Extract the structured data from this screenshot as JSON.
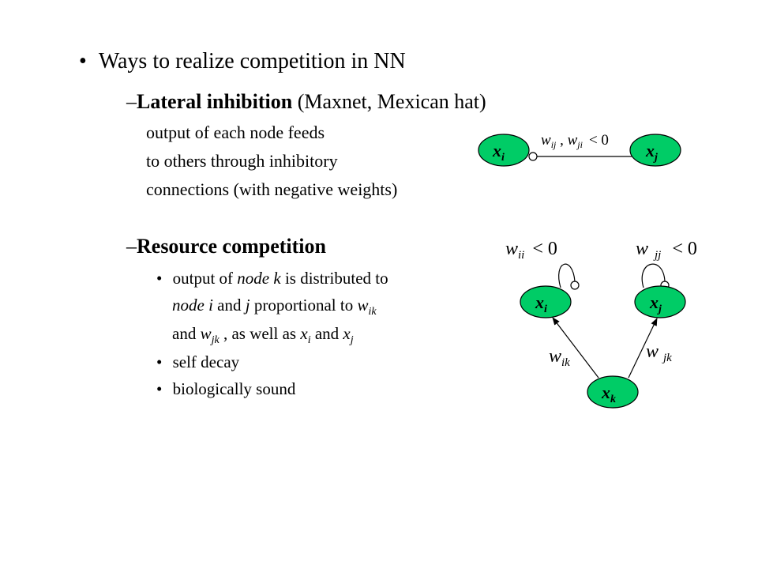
{
  "slide": {
    "bullet_main": "Ways to realize competition in NN",
    "lateral": {
      "dash": "–",
      "title": "Lateral inhibition",
      "paren": " (Maxnet, Mexican hat)",
      "lines": [
        "output of each node feeds",
        "to others through inhibitory",
        "connections (with negative weights)"
      ]
    },
    "resource": {
      "dash": "–",
      "title": "Resource competition",
      "items": {
        "line1a": "output of ",
        "line1b": "node k",
        "line1c": " is distributed to",
        "line2a": "node i",
        "line2b": " and ",
        "line2c": "j",
        "line2d": " proportional to ",
        "line2e": "w",
        "line2f": "ik",
        "line3a": "and ",
        "line3b": "w",
        "line3c": "jk",
        "line3d": " , as well as ",
        "line3e": "x",
        "line3f": "i",
        "line3g": " and ",
        "line3h": "x",
        "line3i": "j",
        "decay": "self decay",
        "bio": "biologically sound"
      }
    }
  },
  "diagram_top": {
    "node_left": {
      "base": "x",
      "sub": "i"
    },
    "node_right": {
      "base": "x",
      "sub": "j"
    },
    "weight_label": {
      "w1": "w",
      "s1": "ij",
      "comma": " , ",
      "w2": "w",
      "s2": "ji",
      "rel": "< 0"
    }
  },
  "diagram_bottom": {
    "node_i": {
      "base": "x",
      "sub": "i"
    },
    "node_j": {
      "base": "x",
      "sub": "j"
    },
    "node_k": {
      "base": "x",
      "sub": "k"
    },
    "self_i": {
      "w": "w",
      "sub": "ii",
      "rel": "< 0"
    },
    "self_j": {
      "w": "w",
      "sub": "jj",
      "rel": "< 0"
    },
    "edge_ik": {
      "w": "w",
      "sub": "ik"
    },
    "edge_jk": {
      "w": "w",
      "sub": "jk"
    }
  },
  "colors": {
    "node_fill": "#00cc66",
    "node_stroke": "#000000",
    "background": "#ffffff"
  }
}
